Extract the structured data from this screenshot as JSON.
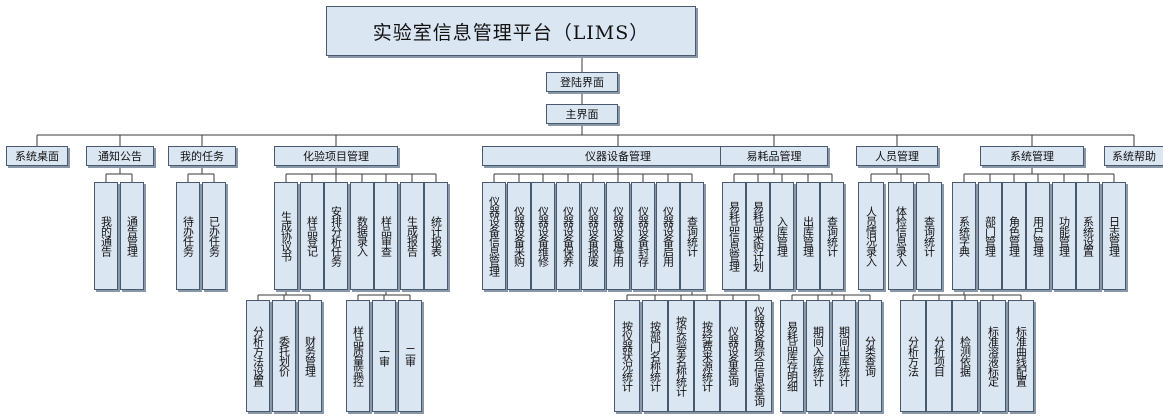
{
  "title": "实验室信息管理平台（LIMS）",
  "login": "登陆界面",
  "main": "主界面",
  "modules": [
    {
      "label": "系统桌面",
      "children": []
    },
    {
      "label": "通知公告",
      "children": [
        {
          "label": "我的通告",
          "children": []
        },
        {
          "label": "通告管理",
          "children": []
        }
      ]
    },
    {
      "label": "我的任务",
      "children": [
        {
          "label": "待办任务",
          "children": []
        },
        {
          "label": "已办任务",
          "children": []
        }
      ]
    },
    {
      "label": "化验项目管理",
      "children": [
        {
          "label": "生成协议书",
          "children": [
            {
              "label": "分析方法设置"
            },
            {
              "label": "委托划价"
            },
            {
              "label": "财务管理"
            }
          ]
        },
        {
          "label": "样品登记",
          "children": []
        },
        {
          "label": "安排分析任务",
          "children": []
        },
        {
          "label": "数据录入",
          "children": []
        },
        {
          "label": "样品审查",
          "children": [
            {
              "label": "样品质量监控"
            },
            {
              "label": "一审"
            },
            {
              "label": "二审"
            }
          ]
        },
        {
          "label": "生成报告",
          "children": []
        },
        {
          "label": "统计报表",
          "children": []
        }
      ]
    },
    {
      "label": "仪器设备管理",
      "children": [
        {
          "label": "仪器设备信息管理",
          "children": []
        },
        {
          "label": "仪器设备采购",
          "children": []
        },
        {
          "label": "仪器设备维修",
          "children": []
        },
        {
          "label": "仪器设备保养",
          "children": []
        },
        {
          "label": "仪器设备报废",
          "children": []
        },
        {
          "label": "仪器设备停用",
          "children": []
        },
        {
          "label": "仪器设备封存",
          "children": []
        },
        {
          "label": "仪器设备启用",
          "children": []
        },
        {
          "label": "查询统计",
          "children": [
            {
              "label": "按仪器状况统计"
            },
            {
              "label": "按部门名称统计"
            },
            {
              "label": "按实验室名称统计"
            },
            {
              "label": "按经费来源统计"
            },
            {
              "label": "仪器设备查询"
            },
            {
              "label": "仪器设备综合信息查询"
            }
          ]
        }
      ]
    },
    {
      "label": "易耗品管理",
      "children": [
        {
          "label": "易耗品信息管理",
          "children": []
        },
        {
          "label": "易耗品采购计划",
          "children": []
        },
        {
          "label": "入库管理",
          "children": []
        },
        {
          "label": "出库管理",
          "children": []
        },
        {
          "label": "查询统计",
          "children": [
            {
              "label": "易耗品库存明细"
            },
            {
              "label": "期间入库统计"
            },
            {
              "label": "期间出库统计"
            },
            {
              "label": "分类查询"
            }
          ]
        }
      ]
    },
    {
      "label": "人员管理",
      "children": [
        {
          "label": "人员情况录入",
          "children": []
        },
        {
          "label": "体检信息录入",
          "children": []
        },
        {
          "label": "查询统计",
          "children": []
        }
      ]
    },
    {
      "label": "系统管理",
      "children": [
        {
          "label": "系统字典",
          "children": [
            {
              "label": "分析方法"
            },
            {
              "label": "分析项目"
            },
            {
              "label": "检测依据"
            },
            {
              "label": "标准溶液标定"
            },
            {
              "label": "标准曲线配置"
            }
          ]
        },
        {
          "label": "部门管理",
          "children": []
        },
        {
          "label": "角色管理",
          "children": []
        },
        {
          "label": "用户管理",
          "children": []
        },
        {
          "label": "功能管理",
          "children": []
        },
        {
          "label": "系统设置",
          "children": []
        },
        {
          "label": "日志管理",
          "children": []
        }
      ]
    },
    {
      "label": "系统帮助",
      "children": []
    }
  ]
}
